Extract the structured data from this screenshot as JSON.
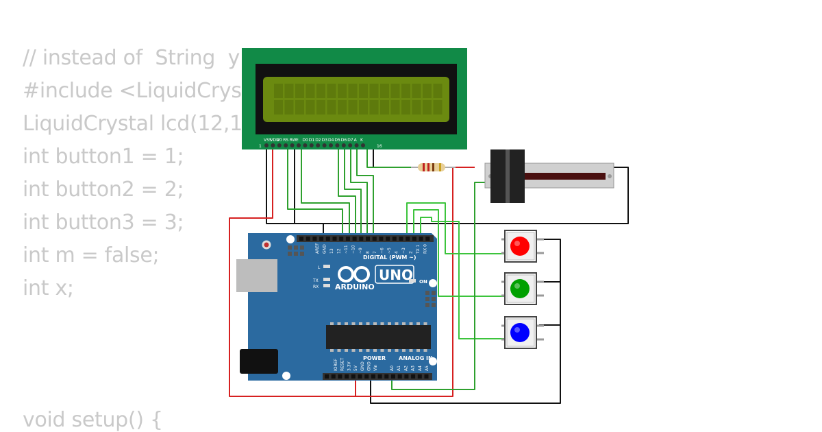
{
  "code_lines": [
    "// instead of  String  y",
    "#include <LiquidCryst",
    "LiquidCrystal lcd(12,1",
    "int button1 = 1;",
    "int button2 = 2;",
    "int button3 = 3;",
    "int m = false;",
    "int x;",
    "",
    "",
    "",
    "void setup() {"
  ],
  "lcd": {
    "pin_labels": [
      "VSS",
      "VDD",
      "V0",
      "RS",
      "RW",
      "E",
      "D0",
      "D1",
      "D2",
      "D3",
      "D4",
      "D5",
      "D6",
      "D7",
      "A",
      "K"
    ],
    "pin_first": "1",
    "pin_last": "16"
  },
  "arduino": {
    "brand": "ARDUINO",
    "model": "UNO",
    "digital_label": "DIGITAL (PWM ~)",
    "power_label": "POWER",
    "analog_label": "ANALOG IN",
    "on_label": "ON",
    "led_labels": [
      "L",
      "TX",
      "RX"
    ],
    "digital_pins": [
      "AREF",
      "GND",
      "13",
      "12",
      "~11",
      "~10",
      "~9",
      "8",
      "7",
      "~6",
      "~5",
      "4",
      "~3",
      "2",
      "TX 1",
      "RX 0"
    ],
    "power_pins": [
      "IOREF",
      "RESET",
      "3.3V",
      "5V",
      "GND",
      "GND",
      "Vin"
    ],
    "analog_pins": [
      "A0",
      "A1",
      "A2",
      "A3",
      "A4",
      "A5"
    ]
  },
  "buttons": [
    {
      "name": "button-red",
      "color": "#ff0000"
    },
    {
      "name": "button-green",
      "color": "#00a000"
    },
    {
      "name": "button-blue",
      "color": "#0000ff"
    }
  ],
  "colors": {
    "code_text": "#c9c9c9",
    "lcd_pcb": "#118a47",
    "lcd_screen": "#6b8a10",
    "arduino_board": "#2b6aa0",
    "wire_green": "#2ea02e",
    "wire_light_green": "#3cc43c",
    "wire_red": "#d62020",
    "wire_black": "#111111"
  }
}
